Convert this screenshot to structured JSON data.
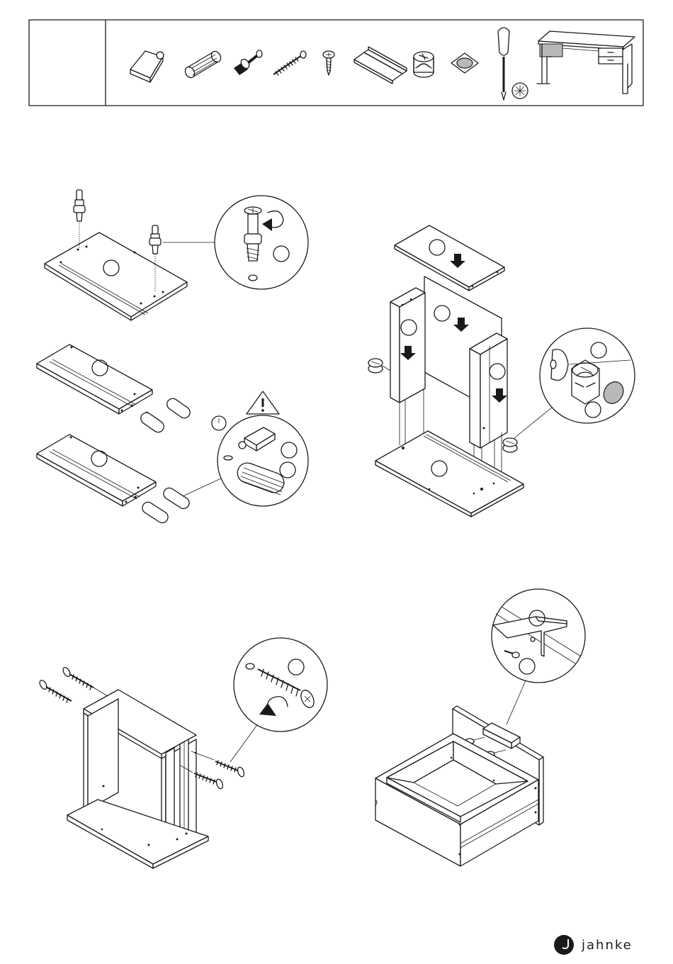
{
  "brand": {
    "name": "Jahnke"
  },
  "parts_header": {
    "items": [
      "hinge-bracket-icon",
      "wood-dowel-icon",
      "cam-bolt-icon",
      "wood-screw-icon",
      "short-screw-icon",
      "drawer-runner-icon",
      "cam-lock-icon",
      "cover-cap-icon",
      "screwdriver-icon",
      "desk-overview-icon"
    ]
  },
  "steps": [
    {
      "name": "cam-bolt-installation"
    },
    {
      "name": "dowel-insertion"
    },
    {
      "name": "carcass-assembly"
    },
    {
      "name": "screw-fixing"
    },
    {
      "name": "drawer-runner-mounting"
    }
  ],
  "colors": {
    "line": "#1a1a1a",
    "cap": "#b8b8b8",
    "background": "#ffffff"
  }
}
